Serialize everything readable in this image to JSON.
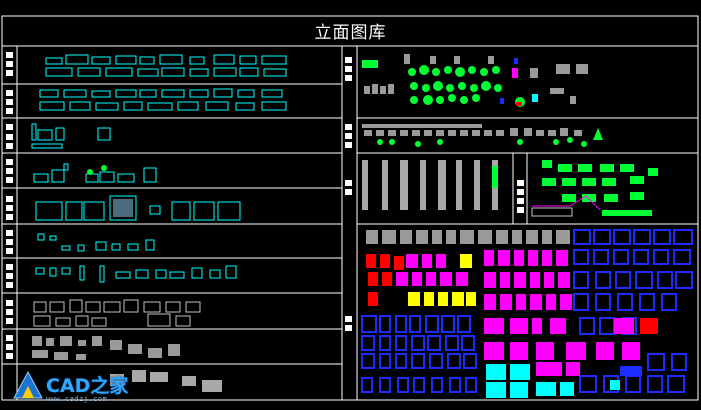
{
  "drawing": {
    "title": "立面图库",
    "colors": {
      "frame": "#ffffff",
      "cyan": "#00ffff",
      "green": "#00ff33",
      "yellow": "#ffff00",
      "magenta": "#ff00ff",
      "red": "#ff0000",
      "blue": "#1a2cff",
      "gray": "#c0c0c0",
      "background": "#000000"
    }
  },
  "watermark": {
    "brand": "CAD之家",
    "url": "www.cadzj.com",
    "icon": "cad-home-logo-icon"
  }
}
